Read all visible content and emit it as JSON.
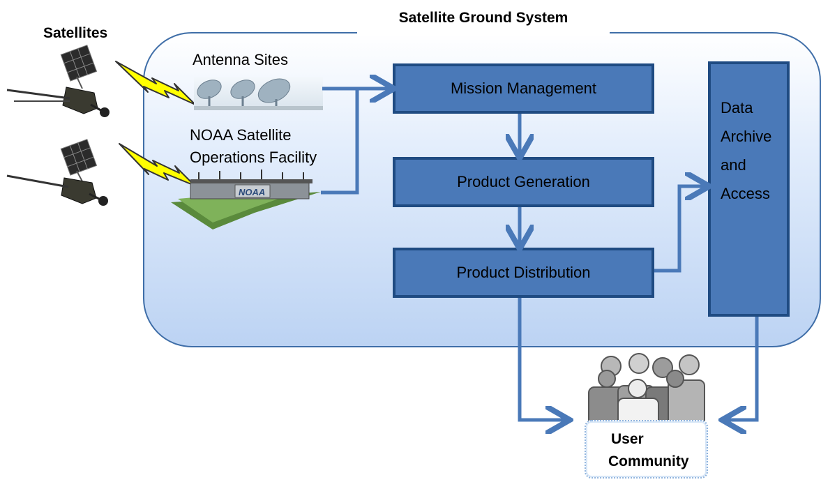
{
  "title": "Satellite Ground System",
  "satellites_label": "Satellites",
  "antenna_label": "Antenna Sites",
  "facility_label": [
    "NOAA Satellite",
    "Operations Facility"
  ],
  "facility_sign": "NOAA",
  "boxes": {
    "mission": "Mission Management",
    "generation": "Product Generation",
    "distribution": "Product Distribution",
    "archive": [
      "Data",
      "Archive",
      "and",
      "Access"
    ]
  },
  "user_community": [
    "User",
    "Community"
  ],
  "colors": {
    "box_fill": "#4a79b8",
    "box_border": "#1f4b82",
    "arrow": "#4a79b8",
    "lightning": "#ffff00"
  }
}
